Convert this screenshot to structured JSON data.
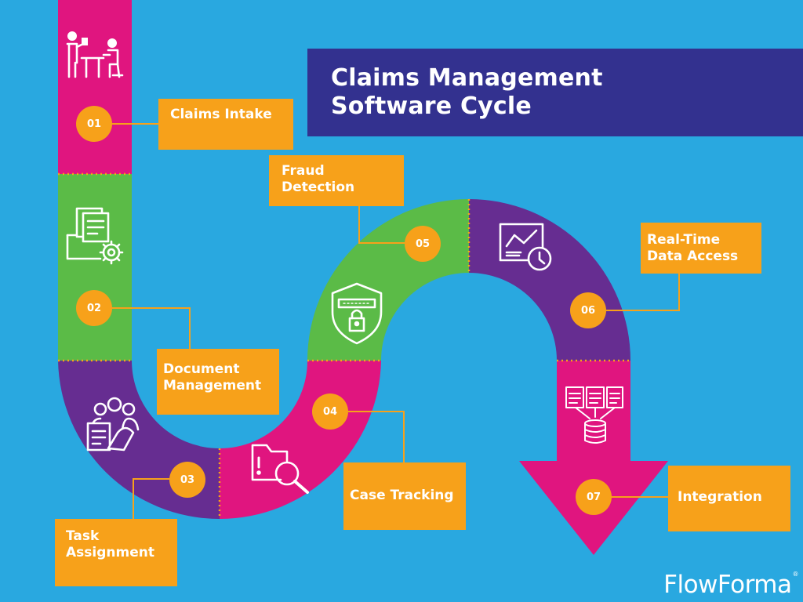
{
  "title": {
    "line1": "Claims Management",
    "line2": "Software Cycle"
  },
  "steps": [
    {
      "number": "01",
      "label": [
        "Claims Intake"
      ],
      "icon": "people-desk-icon",
      "color": "#e0157f"
    },
    {
      "number": "02",
      "label": [
        "Document",
        "Management"
      ],
      "icon": "documents-gear-icon",
      "color": "#5bbb47"
    },
    {
      "number": "03",
      "label": [
        "Task",
        "Assignment"
      ],
      "icon": "team-task-icon",
      "color": "#662d91"
    },
    {
      "number": "04",
      "label": [
        "Case Tracking"
      ],
      "icon": "folder-search-icon",
      "color": "#e0157f"
    },
    {
      "number": "05",
      "label": [
        "Fraud",
        "Detection"
      ],
      "icon": "shield-lock-icon",
      "color": "#5bbb47"
    },
    {
      "number": "06",
      "label": [
        "Real-Time",
        "Data Access"
      ],
      "icon": "chart-clock-icon",
      "color": "#662d91"
    },
    {
      "number": "07",
      "label": [
        "Integration"
      ],
      "icon": "database-docs-icon",
      "color": "#e0157f"
    }
  ],
  "colors": {
    "background": "#29a8e0",
    "title_box": "#33318f",
    "label_box": "#f7a11a",
    "connector": "#f7a11a"
  },
  "brand": {
    "name": "FlowForma",
    "mark": "®"
  }
}
